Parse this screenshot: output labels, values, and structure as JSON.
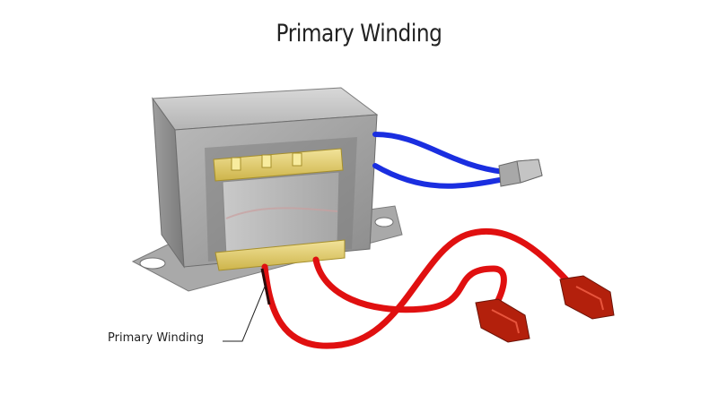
{
  "title": "Primary Winding",
  "callout_label": "Primary Winding",
  "colors": {
    "primary_wire": "#e01010",
    "secondary_wire": "#1a2ee0",
    "bobbin": "#e6d36a",
    "core": "#9a9a9a",
    "terminal": "#b3200c"
  },
  "icons": [
    "transformer-core",
    "bobbin",
    "primary-leads",
    "secondary-leads",
    "spade-terminal",
    "secondary-connector"
  ]
}
